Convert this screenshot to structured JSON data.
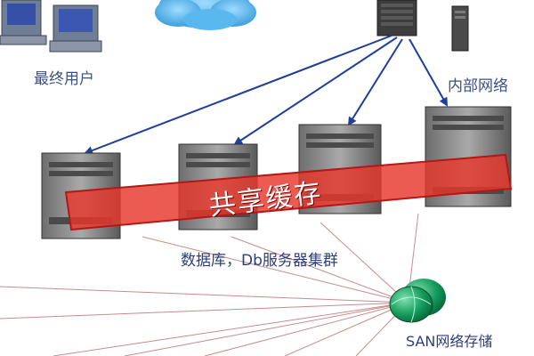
{
  "labels": {
    "end_users": "最终用户",
    "internal_network": "内部网络",
    "shared_cache": "共享缓存",
    "db_cluster": "数据库，Db服务器集群",
    "san_storage": "SAN网络存储"
  },
  "colors": {
    "label_text": "#3c4f86",
    "arrow": "#1f3f99",
    "banner": "#e8372c",
    "banner_border": "#b31814",
    "cloud": "#3aa7e3",
    "san_lines": "#c98b8b",
    "san_node": "#15955a"
  },
  "icons": {
    "end_user_computers": "desktop-computer-icon",
    "main_server": "tower-server-icon",
    "internal_server": "tower-server-icon",
    "db_servers": "server-rack-icon",
    "san_switch": "globe-node-icon",
    "network_cloud": "cloud-icon"
  }
}
